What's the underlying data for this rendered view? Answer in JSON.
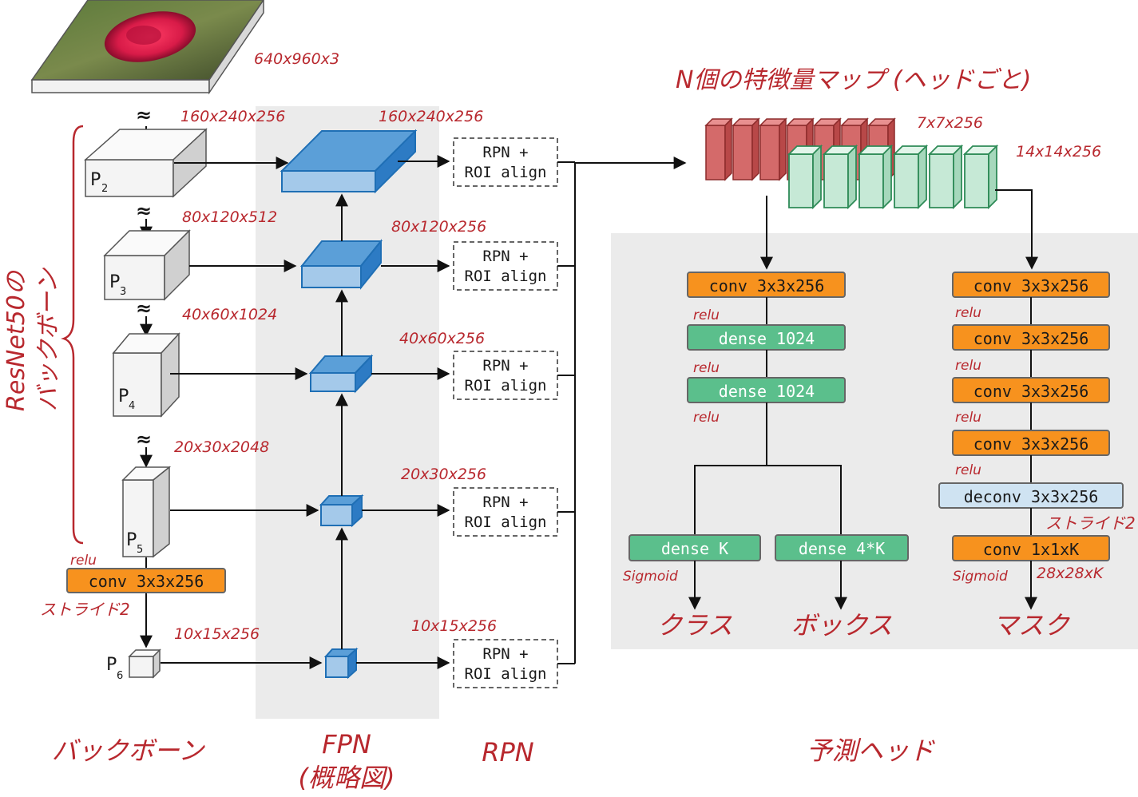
{
  "backbone": {
    "input_dim": "640x960x3",
    "bracket_label_1": "ResNet50の",
    "bracket_label_2": "バックボーン",
    "stages": [
      {
        "label": "P",
        "sub": "2",
        "dim": "160x240x256"
      },
      {
        "label": "P",
        "sub": "3",
        "dim": "80x120x512"
      },
      {
        "label": "P",
        "sub": "4",
        "dim": "40x60x1024"
      },
      {
        "label": "P",
        "sub": "5",
        "dim": "20x30x2048"
      },
      {
        "label": "P",
        "sub": "6",
        "dim": "10x15x256"
      }
    ],
    "conv_label": "conv  3x3x256",
    "relu": "relu",
    "stride": "ストライド2",
    "squiggle": "≈"
  },
  "fpn": {
    "dims": [
      "160x240x256",
      "80x120x256",
      "40x60x256",
      "20x30x256",
      "10x15x256"
    ]
  },
  "rpn": {
    "line1": "RPN +",
    "line2": "ROI align"
  },
  "features": {
    "title": "N個の特徴量マップ (ヘッドごと)",
    "red_dim": "7x7x256",
    "green_dim": "14x14x256"
  },
  "heads": {
    "class_box": {
      "conv": "conv  3x3x256",
      "dense1": "dense  1024",
      "dense2": "dense  1024",
      "dense_k": "dense  K",
      "dense_4k": "dense  4*K",
      "relu": "relu",
      "sigmoid": "Sigmoid",
      "out_class": "クラス",
      "out_box": "ボックス"
    },
    "mask": {
      "conv": "conv  3x3x256",
      "deconv": "deconv  3x3x256",
      "conv_out": "conv  1x1xK",
      "relu": "relu",
      "stride": "ストライド2",
      "sigmoid": "Sigmoid",
      "out_dim": "28x28xK",
      "out_mask": "マスク"
    }
  },
  "sections": {
    "backbone": "バックボーン",
    "fpn": "FPN",
    "fpn_sub": "(概略図)",
    "rpn": "RPN",
    "head": "予測ヘッド"
  },
  "colors": {
    "orange": "#f7921e",
    "green": "#5bbf8c",
    "lightblue": "#cfe3f2",
    "fpn_blue": "#4a90d0",
    "red_map": "#d46a6a",
    "green_map": "#c6e9d6",
    "accent_text": "#b8282e"
  }
}
